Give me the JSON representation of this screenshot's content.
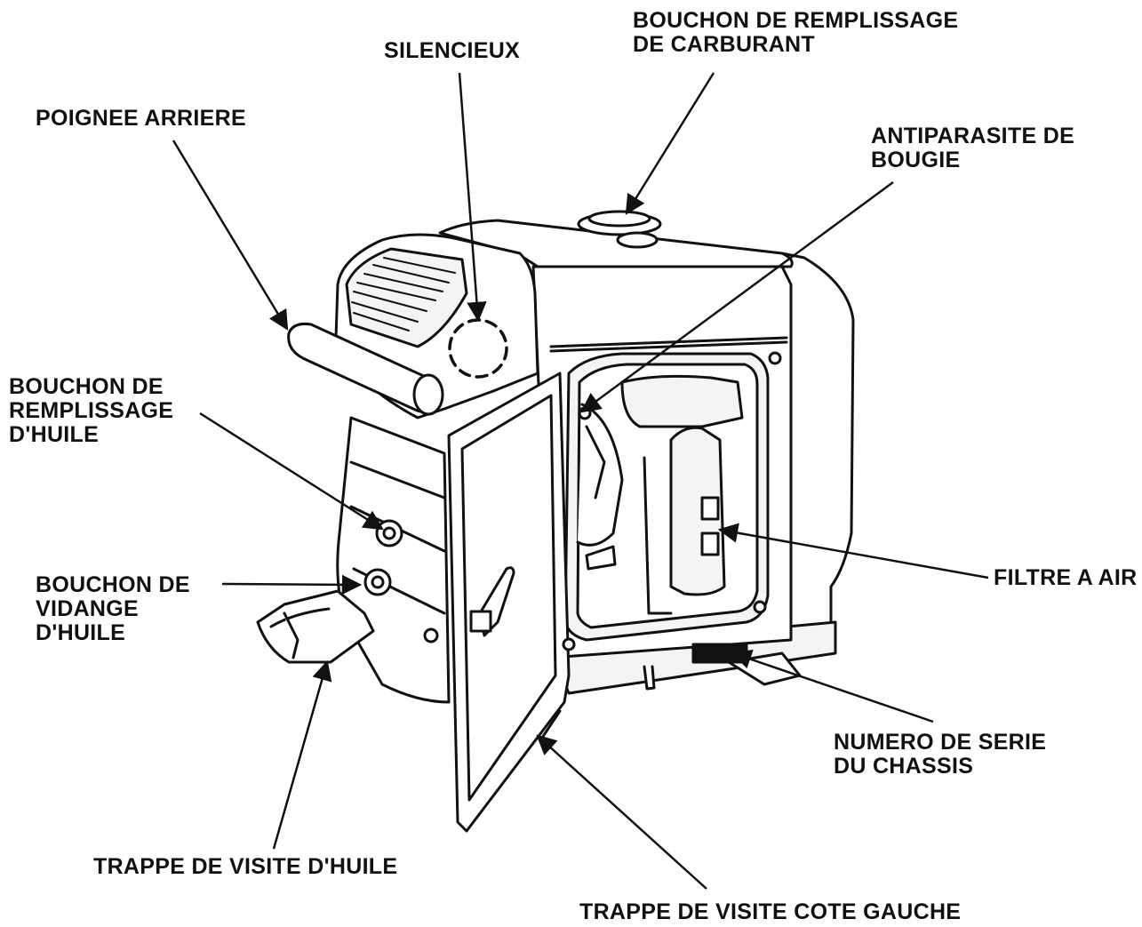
{
  "colors": {
    "ink": "#111111",
    "paper": "#ffffff",
    "panel": "#f4f4f4"
  },
  "labels": {
    "silencieux": {
      "lines": [
        "SILENCIEUX"
      ]
    },
    "bouchon_carburant": {
      "lines": [
        "BOUCHON DE REMPLISSAGE",
        "DE CARBURANT"
      ]
    },
    "poignee_arriere": {
      "lines": [
        "POIGNEE ARRIERE"
      ]
    },
    "antiparasite": {
      "lines": [
        "ANTIPARASITE DE",
        "BOUGIE"
      ]
    },
    "bouchon_huile": {
      "lines": [
        "BOUCHON DE",
        "REMPLISSAGE",
        "D'HUILE"
      ]
    },
    "filtre_air": {
      "lines": [
        "FILTRE A AIR"
      ]
    },
    "bouchon_vidange": {
      "lines": [
        "BOUCHON DE",
        "VIDANGE",
        "D'HUILE"
      ]
    },
    "numero_serie": {
      "lines": [
        "NUMERO DE SERIE",
        "DU CHASSIS"
      ]
    },
    "trappe_huile": {
      "lines": [
        "TRAPPE DE VISITE D'HUILE"
      ]
    },
    "trappe_gauche": {
      "lines": [
        "TRAPPE DE VISITE COTE GAUCHE"
      ]
    }
  }
}
